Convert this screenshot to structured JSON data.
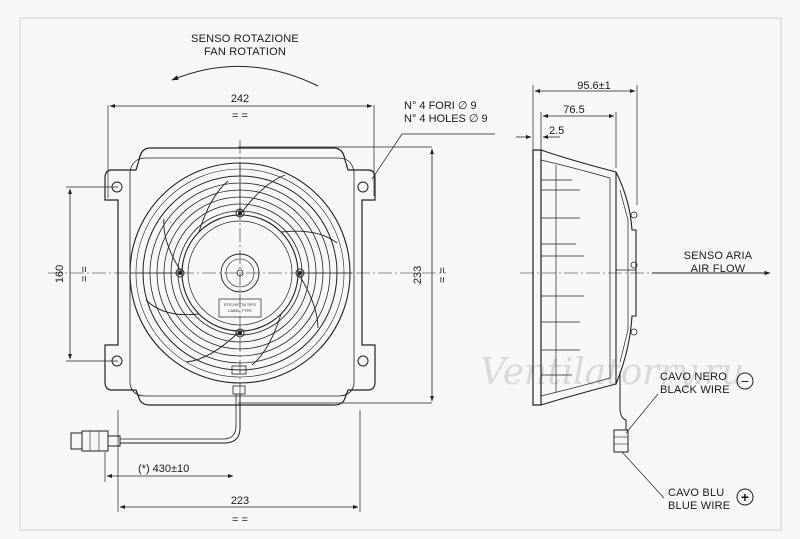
{
  "front_view": {
    "rotation_it": "SENSO ROTAZIONE",
    "rotation_en": "FAN ROTATION",
    "dim_width_top": "242",
    "equal_top": "= =",
    "dim_height_right": "233",
    "equal_right": "= =",
    "dim_height_left": "160",
    "equal_left": "= =",
    "dim_width_bottom": "223",
    "equal_bottom": "= =",
    "holes_it": "N° 4 FORI ∅ 9",
    "holes_en": "N° 4 HOLES ∅ 9",
    "cable_length": "(*) 430±10",
    "label_plate_line1": "ETICHETTA TIPO",
    "label_plate_line2": "LABEL TYPE"
  },
  "side_view": {
    "dim_overall": "95.6±1",
    "dim_body": "76.5",
    "dim_flange": "2.5",
    "airflow_it": "SENSO ARIA",
    "airflow_en": "AIR FLOW",
    "black_wire_it": "CAVO NERO",
    "black_wire_en": "BLACK WIRE",
    "black_symbol": "−",
    "blue_wire_it": "CAVO BLU",
    "blue_wire_en": "BLUE WIRE",
    "blue_symbol": "+"
  },
  "watermark": "Ventilatorry.ru",
  "colors": {
    "line": "#222222",
    "background": "#f7f7f7",
    "watermark": "#cfcfcf"
  }
}
